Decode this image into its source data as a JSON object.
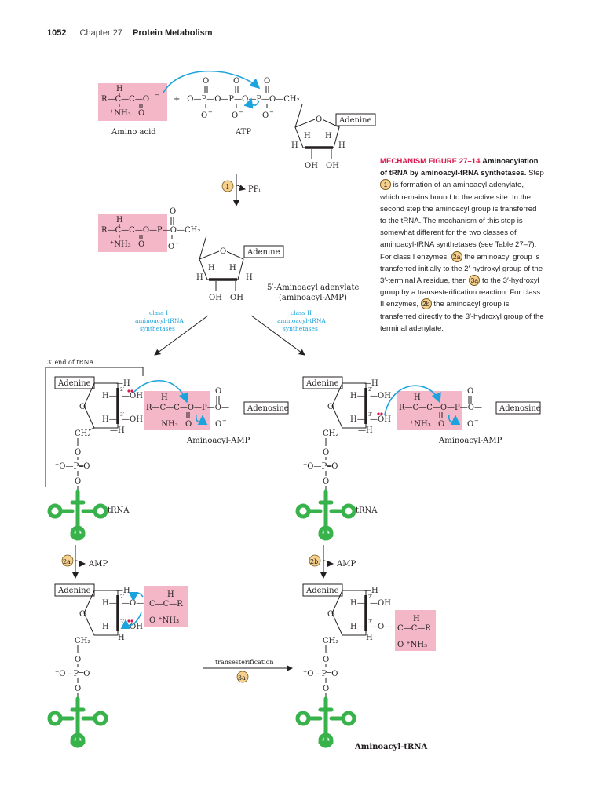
{
  "header": {
    "page_number": "1052",
    "chapter": "Chapter 27",
    "title": "Protein Metabolism"
  },
  "caption": {
    "figure_label": "MECHANISM FIGURE 27–14",
    "bold_title_1": "Aminoacylation",
    "bold_title_2": "of tRNA by aminoacyl-tRNA synthetases.",
    "seg1": "Step",
    "step1": "1",
    "seg2": "is formation of an aminoacyl adenylate, which remains bound to the active site. In the second step the aminoacyl group is transferred to the tRNA. The mechanism of this step is somewhat different for the two classes of aminoacyl-tRNA synthetases (see Table 27–7). For class I enzymes,",
    "step2a": "2a",
    "seg3": "the aminoacyl group is transferred initially to the 2′-hydroxyl group of the 3′-terminal A residue, then",
    "step3a": "3a",
    "seg4": "to the 3′-hydroxyl group by a transesterification reaction. For class II enzymes,",
    "step2b": "2b",
    "seg5": "the aminoacyl group is transferred directly to the 3′-hydroxyl group of the terminal adenylate."
  },
  "labels": {
    "amino_acid": "Amino acid",
    "atp": "ATP",
    "adenine": "Adenine",
    "adenosine": "Adenosine",
    "ppi": "PPᵢ",
    "aminoacyl_adenylate_1": "5′-Aminoacyl adenylate",
    "aminoacyl_adenylate_2": "(aminoacyl-AMP)",
    "class1_l1": "class I",
    "class1_l2": "aminoacyl-tRNA",
    "class1_l3": "synthetases",
    "class2_l1": "class II",
    "class2_l2": "aminoacyl-tRNA",
    "class2_l3": "synthetases",
    "trna_end": "3′ end of tRNA",
    "aminoacyl_amp": "Aminoacyl-AMP",
    "trna": "tRNA",
    "amp": "AMP",
    "transesterification": "transesterification",
    "aminoacyl_trna": "Aminoacyl-tRNA",
    "step1": "1",
    "step2a": "2a",
    "step2b": "2b",
    "step3a": "3a"
  },
  "colors": {
    "highlight_pink": "#f4b7c8",
    "arrow_blue": "#1ba3dd",
    "trna_green": "#38b24a",
    "step_gold": "#f5d08e",
    "figure_red": "#d9174b"
  }
}
